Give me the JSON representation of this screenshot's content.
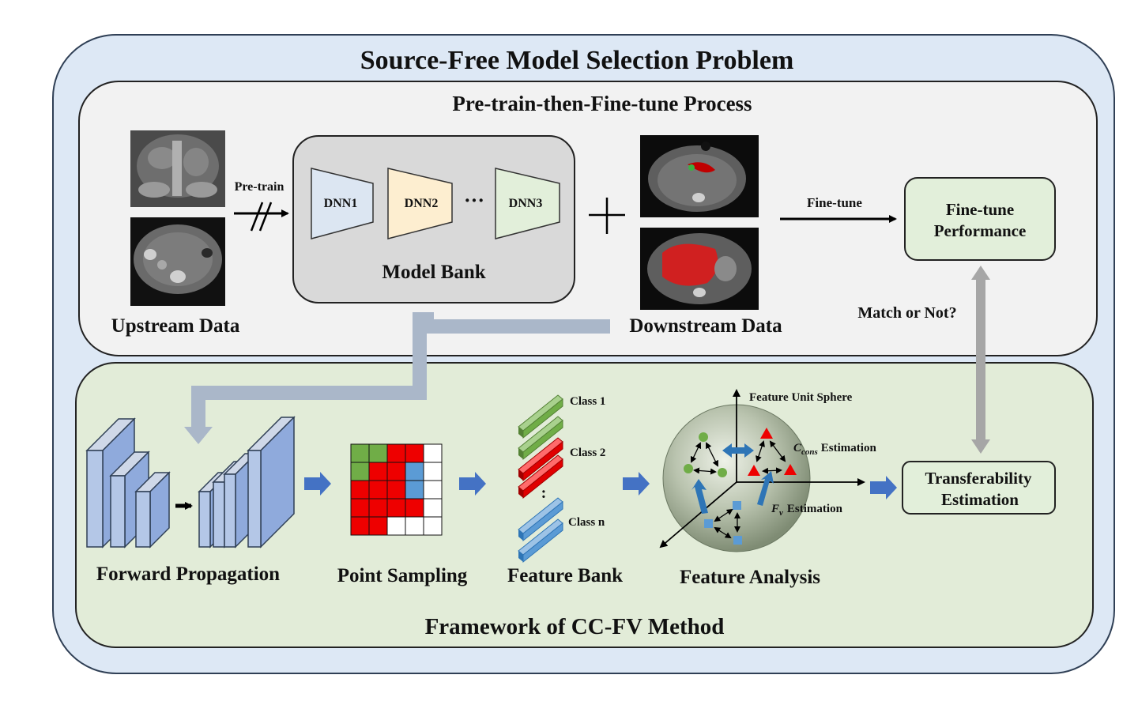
{
  "title": "Source-Free Model Selection Problem",
  "top_panel": {
    "title": "Pre-train-then-Fine-tune Process",
    "upstream_label": "Upstream Data",
    "pretrain_label": "Pre-train",
    "model_bank_label": "Model Bank",
    "models": [
      "DNN1",
      "DNN2",
      "DNN3"
    ],
    "ellipsis": "···",
    "downstream_label": "Downstream Data",
    "finetune_label": "Fine-tune",
    "finetune_perf_line1": "Fine-tune",
    "finetune_perf_line2": "Performance",
    "match_label": "Match or Not?"
  },
  "bottom_panel": {
    "title": "Framework of CC-FV Method",
    "forward_label": "Forward Propagation",
    "point_sampling_label": "Point Sampling",
    "feature_bank_label": "Feature Bank",
    "feature_analysis_label": "Feature Analysis",
    "classes": [
      "Class 1",
      "Class 2",
      "Class n"
    ],
    "class_dots": ":",
    "sphere_label": "Feature Unit Sphere",
    "ccons_symbol": "C",
    "ccons_sub": "cons",
    "ccons_text": "Estimation",
    "fv_symbol": "F",
    "fv_sub": "v",
    "fv_text": "Estimation",
    "transfer_line1": "Transferability",
    "transfer_line2": "Estimation"
  },
  "colors": {
    "outer_fill": "#dde8f5",
    "top_fill": "#f2f2f2",
    "bottom_fill": "#e2ecd8",
    "dnn1": "#dce6f2",
    "dnn2": "#fdeed0",
    "dnn3": "#e2efda",
    "arrow_blue": "#4472c4",
    "flow_gray": "#aab7c9",
    "grid_red": "#ee0000",
    "grid_green": "#70ad47",
    "grid_blue": "#5b9bd5"
  },
  "sampling_grid": [
    [
      "g",
      "g",
      "r",
      "r",
      "w"
    ],
    [
      "g",
      "r",
      "r",
      "b",
      "w"
    ],
    [
      "r",
      "r",
      "r",
      "b",
      "w"
    ],
    [
      "r",
      "r",
      "r",
      "r",
      "w"
    ],
    [
      "r",
      "r",
      "w",
      "w",
      "w"
    ]
  ]
}
